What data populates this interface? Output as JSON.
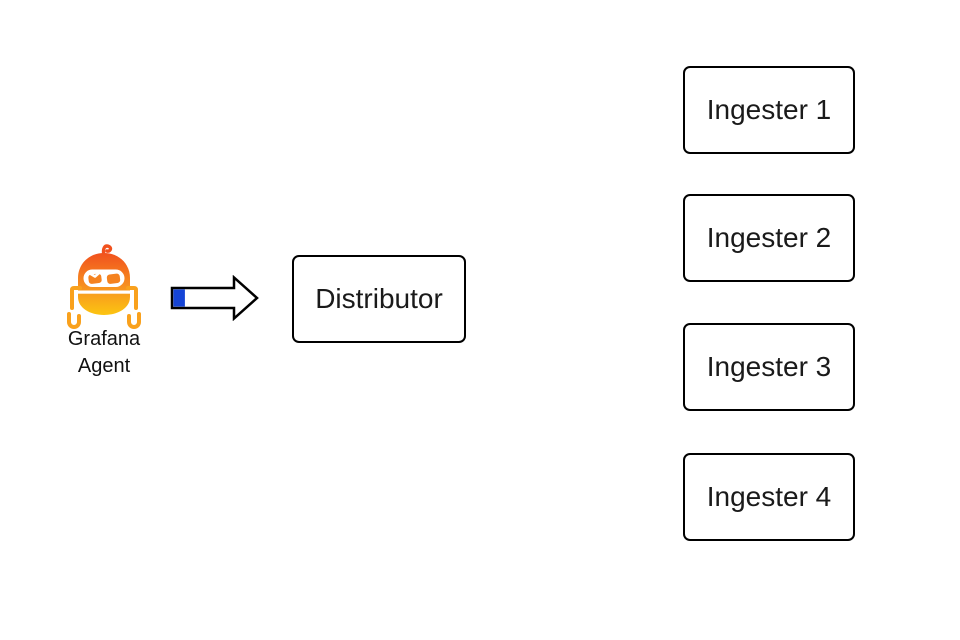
{
  "diagram": {
    "agent": {
      "icon": "grafana-agent-robot",
      "label_lines": [
        "Grafana",
        "Agent"
      ]
    },
    "arrow": {
      "direction": "right",
      "has_blue_tail_segment": true
    },
    "distributor": {
      "label": "Distributor"
    },
    "ingesters": [
      "Ingester 1",
      "Ingester 2",
      "Ingester 3",
      "Ingester 4"
    ],
    "colors": {
      "arrow_blue": "#1544D6",
      "robot_orange_top": "#F1511D",
      "robot_orange_mid": "#F79220",
      "robot_orange_bottom": "#FCC511",
      "node_border": "#000000",
      "text": "#000000",
      "background": "#FFFFFF"
    }
  }
}
